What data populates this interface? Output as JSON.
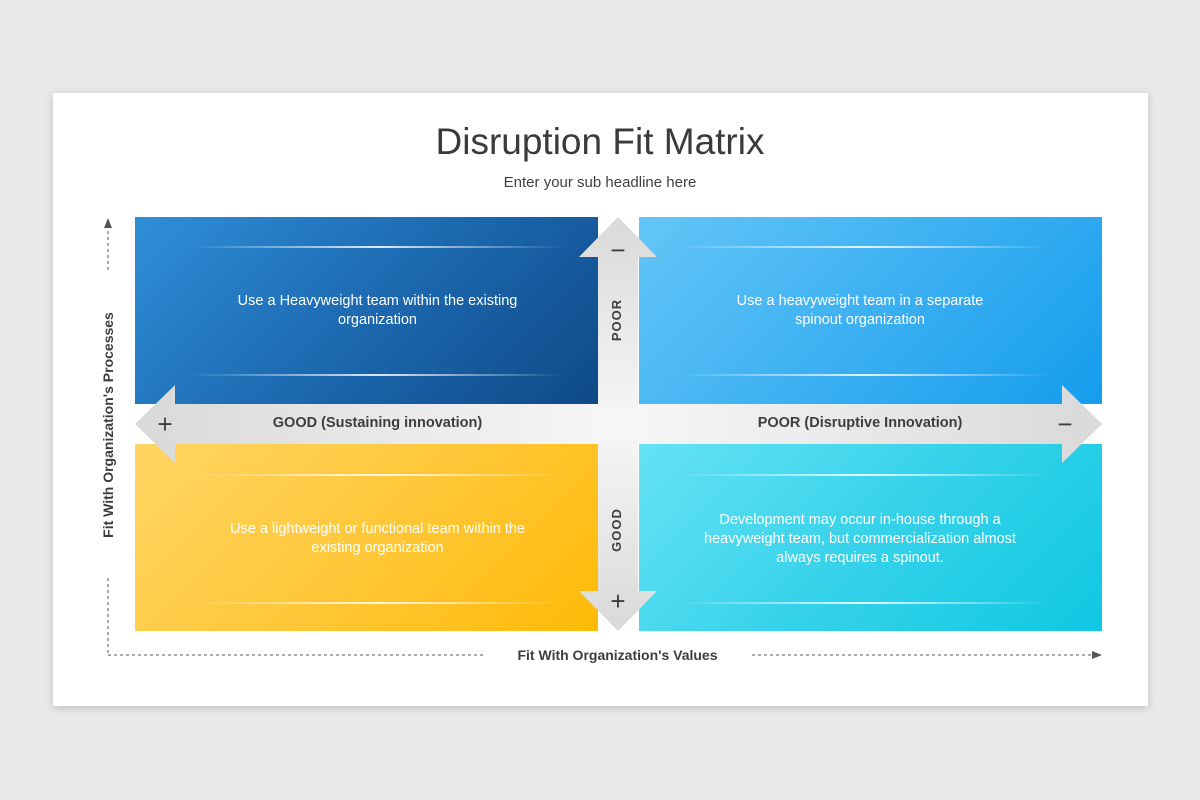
{
  "title": "Disruption Fit Matrix",
  "subtitle": "Enter your sub headline here",
  "quadrants": {
    "top_left": "Use a Heavyweight team within the existing organization",
    "top_right": "Use a heavyweight team in a separate spinout organization",
    "bottom_left": "Use a lightweight or functional team within the existing organization",
    "bottom_right": "Development may occur in-house through a heavyweight team, but commercialization almost always requires a spinout."
  },
  "horizontal_arrow": {
    "left_label": "GOOD (Sustaining innovation)",
    "right_label": "POOR (Disruptive Innovation)",
    "left_sign": "+",
    "right_sign": "−"
  },
  "vertical_arrow": {
    "top_label": "POOR",
    "bottom_label": "GOOD",
    "top_sign": "−",
    "bottom_sign": "+"
  },
  "axes": {
    "x_label": "Fit With Organization's Values",
    "y_label": "Fit With Organization's Processes"
  },
  "colors": {
    "top_left": "#1b66ad",
    "top_right": "#39aef1",
    "bottom_left": "#ffc83a",
    "bottom_right": "#36d2ea",
    "arrow": "#e2e2e2"
  }
}
